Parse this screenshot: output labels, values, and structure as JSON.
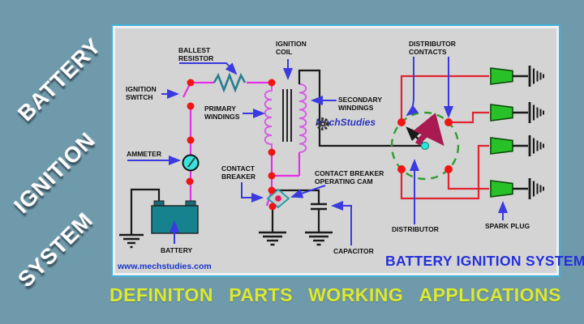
{
  "colors": {
    "background": "#6f9aab",
    "panel_bg": "#d4d4d4",
    "panel_border": "#41b1da",
    "wire_magenta": "#e62ee6",
    "coil_magenta": "#d95ce8",
    "dot_red": "#ef1515",
    "arrow_blue": "#3a3ae0",
    "wire_red": "#e02531",
    "wire_black": "#1a1a1a",
    "resistor_teal": "#267e8e",
    "ammeter_cyan": "#38e2d8",
    "battery_teal": "#15828e",
    "spark_plug_green": "#28c228",
    "distributor_green": "#2f9e2f",
    "rotation_arrow_maroon": "#a81a50",
    "title_blue": "#2531da",
    "footer_yellow": "#dbe92f"
  },
  "side_title": {
    "words": [
      "BATTERY",
      "IGNITION",
      "SYSTEM"
    ]
  },
  "diagram": {
    "labels": {
      "ignition_switch": "IGNITION\nSWITCH",
      "ballast_resistor": "BALLEST\nRESISTOR",
      "ignition_coil": "IGNITION\nCOIL",
      "primary_windings": "PRIMARY\nWINDINGS",
      "secondary_windings": "SECONDARY\nWINDINGS",
      "ammeter": "AMMETER",
      "contact_breaker": "CONTACT\nBREAKER",
      "contact_breaker_operating_cam": "CONTACT BREAKER\nOPERATING CAM",
      "capacitor": "CAPACITOR",
      "battery": "BATTERY",
      "distributor_contacts": "DISTRIBUTOR\nCONTACTS",
      "distributor": "DISTRIBUTOR",
      "spark_plug": "SPARK PLUG"
    },
    "title": "BATTERY IGNITION SYSTEM",
    "website": "www.mechstudies.com",
    "watermark": "MechStudies"
  },
  "footer": {
    "items": [
      "DEFINITON",
      "PARTS",
      "WORKING",
      "APPLICATIONS"
    ]
  }
}
